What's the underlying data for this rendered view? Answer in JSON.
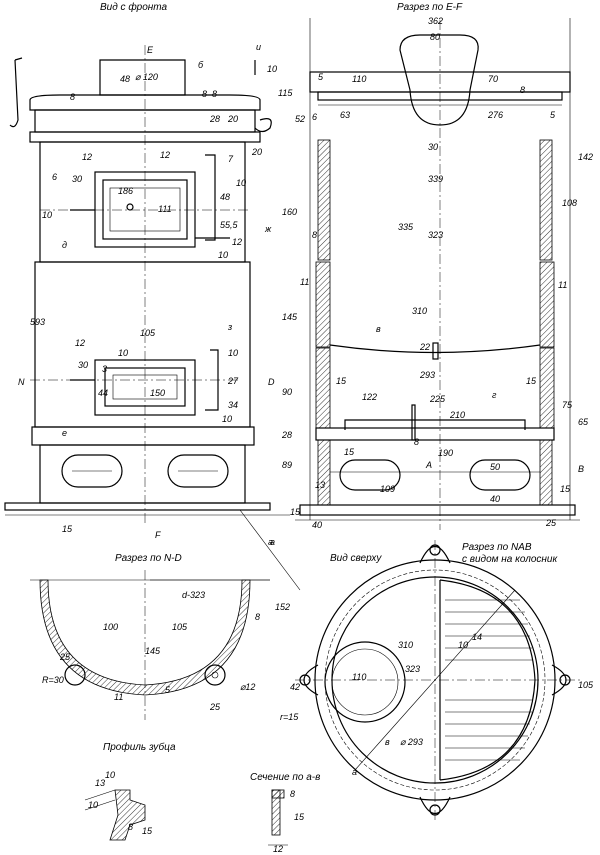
{
  "titles": {
    "front": "Вид с фронта",
    "section_ef": "Разрез по E-F",
    "section_nd": "Разрез по  N-D",
    "top_view": "Вид сверху",
    "section_nab": "Разрез по NAB",
    "section_nab_2": "с видом на колосник",
    "tooth_profile": "Профиль зубца",
    "section_ab": "Сечение по а-в"
  },
  "front_labels": {
    "E": "E",
    "F": "F",
    "N": "N",
    "D": "D",
    "b": "б",
    "i": "и",
    "zh": "ж",
    "d": "д",
    "z": "з",
    "e": "е",
    "a": "а"
  },
  "front_dims": {
    "d120": "⌀ 120",
    "d48": "48",
    "d8a": "8",
    "d8b": "8",
    "d28": "28",
    "d20a": "20",
    "d10": "10",
    "d115": "115",
    "d20b": "20",
    "d12a": "12",
    "d7": "7",
    "d6": "6",
    "d30a": "30",
    "d186": "186",
    "d111": "111",
    "d48b": "48",
    "d55": "55,5",
    "d12b": "12",
    "d10b": "10",
    "d10c": "10",
    "d160": "160",
    "d593": "593",
    "d105": "105",
    "d12c": "12",
    "d10d": "10",
    "d30b": "30",
    "d3": "3",
    "d44": "44",
    "d150": "150",
    "d27": "27",
    "d34": "34",
    "d10e": "10",
    "d145": "145",
    "d90": "90",
    "d28b": "28",
    "d89": "89",
    "d15": "15",
    "d10f": "10",
    "d15b": "15",
    "d8c": "8",
    "d10g": "10",
    "d12d": "12"
  },
  "section_dims": {
    "d362": "362",
    "d80": "80",
    "d110": "110",
    "d5a": "5",
    "d70": "70",
    "d8": "8",
    "d6": "6",
    "d63": "63",
    "d276": "276",
    "d5b": "5",
    "d52": "52",
    "d30": "30",
    "d142": "142",
    "d339": "339",
    "d335": "335",
    "d108": "108",
    "d323": "323",
    "d8b": "8",
    "d11a": "11",
    "d11b": "11",
    "d310": "310",
    "d22": "22",
    "d293": "293",
    "d15a": "15",
    "d15b": "15",
    "d122": "122",
    "d225": "225",
    "d75": "75",
    "d65": "65",
    "d210": "210",
    "d15c": "15",
    "d8c": "8",
    "d190": "190",
    "d50": "50",
    "d109": "109",
    "d40a": "40",
    "d13": "13",
    "d40b": "40",
    "d25": "25",
    "d15d": "15",
    "A": "A",
    "B": "B",
    "v": "в",
    "g": "г"
  },
  "nd_dims": {
    "d323": "d-323",
    "d100": "100",
    "d105": "105",
    "d145": "145",
    "d152": "152",
    "d8": "8",
    "d25a": "25",
    "R30": "R=30",
    "d11": "11",
    "d5": "5",
    "d25b": "25",
    "d12": "⌀12",
    "a": "а"
  },
  "top_dims": {
    "d310": "310",
    "d110": "110",
    "d323": "323",
    "d293": "⌀ 293",
    "d42": "42",
    "r15": "r=15",
    "d10": "10",
    "d14": "14",
    "d105": "105",
    "a": "а",
    "v": "в"
  },
  "tooth_dims": {
    "d10a": "10",
    "d13": "13",
    "d10b": "10",
    "d8": "8",
    "d15": "15"
  },
  "ab_dims": {
    "d8": "8",
    "d15": "15",
    "d12": "12"
  }
}
